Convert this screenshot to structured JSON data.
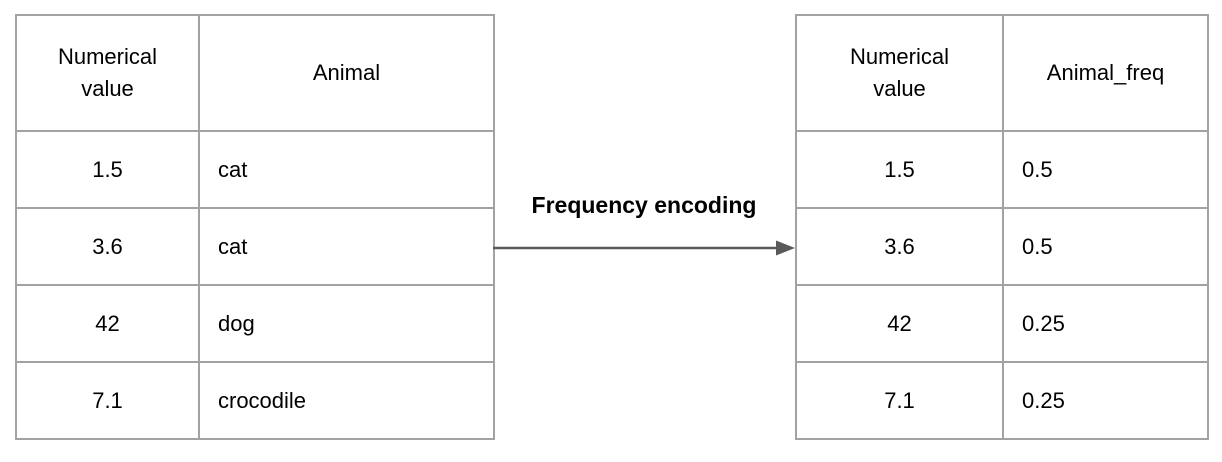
{
  "diagram": {
    "title_label": "Frequency encoding",
    "colors": {
      "border": "#a2a2a2",
      "arrow": "#5a5a5a",
      "text": "#000000",
      "bg": "#ffffff"
    },
    "left_table": {
      "headers": [
        "Numerical value",
        "Animal"
      ],
      "rows": [
        [
          "1.5",
          "cat"
        ],
        [
          "3.6",
          "cat"
        ],
        [
          "42",
          "dog"
        ],
        [
          "7.1",
          "crocodile"
        ]
      ]
    },
    "right_table": {
      "headers": [
        "Numerical value",
        "Animal_freq"
      ],
      "rows": [
        [
          "1.5",
          "0.5"
        ],
        [
          "3.6",
          "0.5"
        ],
        [
          "42",
          "0.25"
        ],
        [
          "7.1",
          "0.25"
        ]
      ]
    }
  }
}
